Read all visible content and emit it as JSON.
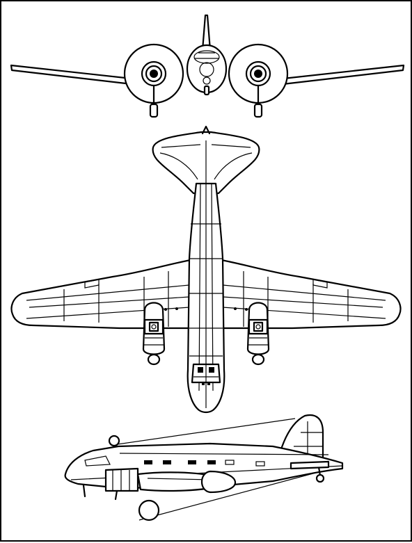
{
  "drawing": {
    "title": "",
    "views": [
      "front-view",
      "top-view",
      "side-view"
    ]
  },
  "colors": {
    "ink": "#000000",
    "paper": "#ffffff"
  }
}
